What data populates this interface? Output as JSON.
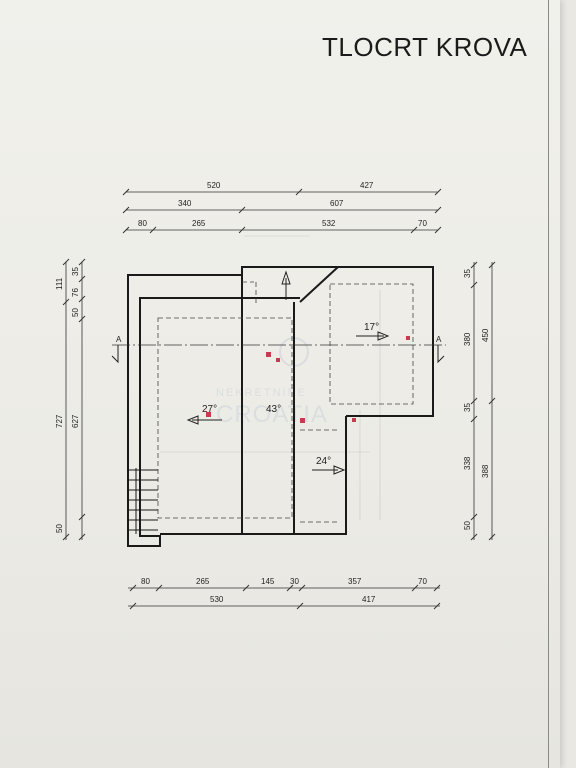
{
  "title": "TLOCRT KROVA",
  "dimensions": {
    "top_row1": [
      "520",
      "427"
    ],
    "top_row2": [
      "340",
      "607"
    ],
    "top_row3": [
      "80",
      "265",
      "532",
      "70"
    ],
    "bottom_row1": [
      "80",
      "265",
      "145",
      "30",
      "357",
      "70"
    ],
    "bottom_row2": [
      "530",
      "417"
    ],
    "left_outer": [
      "111",
      "727",
      "50"
    ],
    "left_inner": [
      "35",
      "76",
      "50",
      "627"
    ],
    "right_inner": [
      "35",
      "380",
      "35",
      "338",
      "50"
    ],
    "right_outer": [
      "450",
      "388"
    ]
  },
  "section_marks": [
    "A",
    "A"
  ],
  "slopes": [
    "17°",
    "27°",
    "43°",
    "24°"
  ],
  "watermark": {
    "line1": "NEKRETNINE",
    "line2": "CROATIA"
  },
  "colors": {
    "line": "#1a1a1a",
    "thin_line": "#555555",
    "marker": "#c63b4e"
  }
}
